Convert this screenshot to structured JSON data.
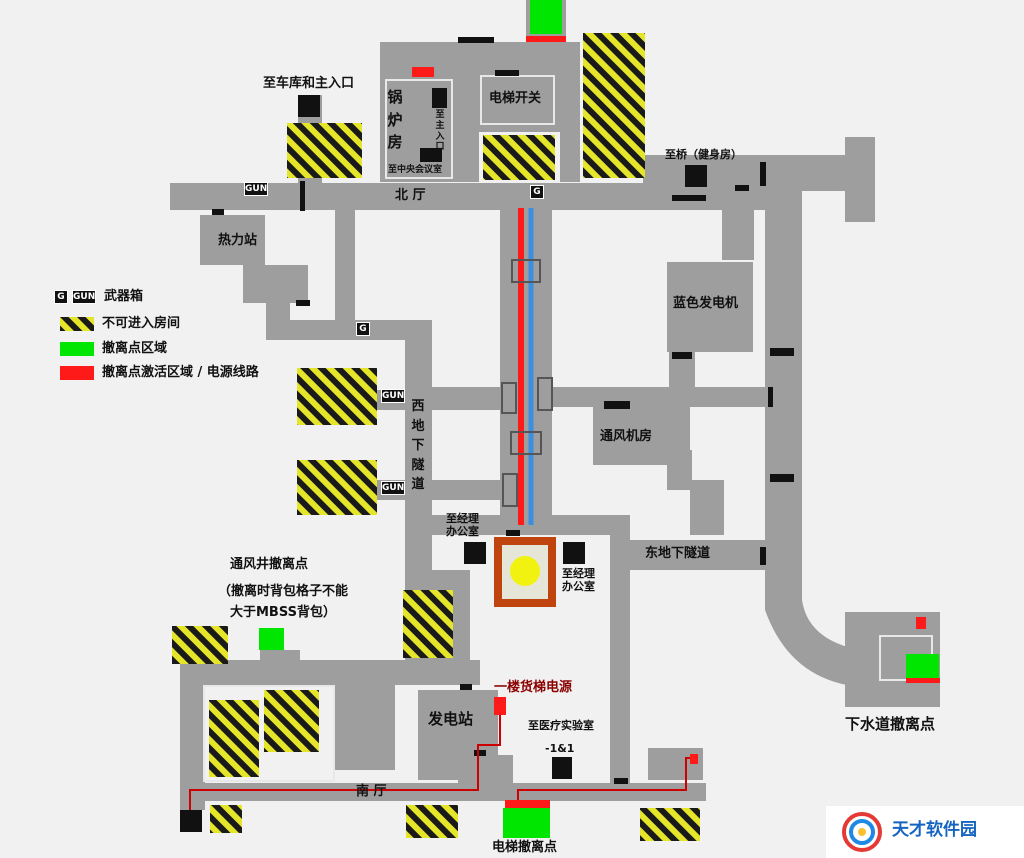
{
  "legend": {
    "weapon_box": "武器箱",
    "no_entry": "不可进入房间",
    "extract_zone": "撤离点区域",
    "activation": "撤离点激活区域 / 电源线路",
    "g_tag": "G",
    "gun_tag": "GUN"
  },
  "colors": {
    "corridor": "#9e9e9e",
    "background": "#f1f1f1",
    "extract": "#00e600",
    "activation": "#ff1a1a",
    "power_line": "#cc0000",
    "blue_line": "#3b8ee0",
    "hatch_yellow": "#e5e52a",
    "hatch_black": "#1a1a1a"
  },
  "labels": {
    "to_garage": "至车库和主入口",
    "boiler_room": "锅炉房",
    "to_main_entrance": "至主入口",
    "to_central_meeting": "至中央会议室",
    "elevator_switch": "电梯开关",
    "to_bridge": "至桥（健身房）",
    "north_hall": "北 厅",
    "heat_station": "热力站",
    "blue_generator": "蓝色发电机",
    "ventilation_room": "通风机房",
    "west_tunnel": "西地下隧道",
    "to_manager_office_left": "至经理办公室",
    "to_manager_office_right": "至经理办公室",
    "east_tunnel": "东地下隧道",
    "vent_shaft_extract": "通风井撤离点",
    "vent_shaft_note": "（撤离时背包格子不能大于MBSS背包）",
    "first_floor_power": "一楼货梯电源",
    "generator_station": "发电站",
    "to_medical_lab": "至医疗实验室",
    "minus_level": "-1&1",
    "south_hall": "南 厅",
    "elevator_extract": "电梯撤离点",
    "sewer_extract": "下水道撤离点"
  },
  "watermark": {
    "brand": "天才软件园",
    "logo": "swirl-logo-icon"
  }
}
